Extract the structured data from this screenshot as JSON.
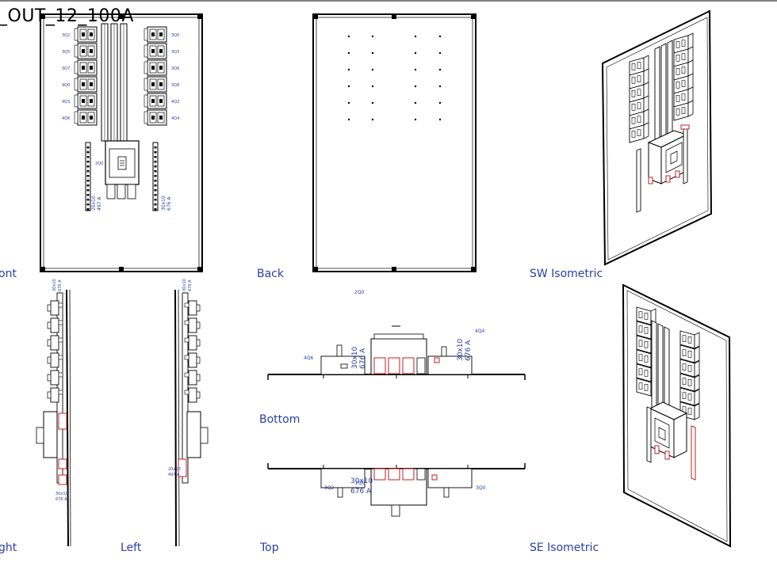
{
  "drawing": {
    "title": "_OUT_12_100A",
    "view_labels": {
      "front": "ont",
      "back": "Back",
      "sw_iso": "SW Isometric",
      "bottom": "Bottom",
      "right": "ght",
      "left": "Left",
      "top": "Top",
      "se_iso": "SE Isometric"
    },
    "front_left_breakers": [
      "3Q2",
      "3Q5",
      "3Q7",
      "4Q0",
      "4Q3",
      "4Q6"
    ],
    "front_right_breakers": [
      "3Q0",
      "3Q3",
      "3Q6",
      "3Q8",
      "4Q2",
      "4Q4"
    ],
    "main_breaker": "2Q0",
    "busbar_left": [
      "20x10",
      "497 A"
    ],
    "busbar_right": [
      "30x10",
      "676 A"
    ],
    "side_busbar": [
      "30x10",
      "676 A"
    ],
    "right_view_bottom_tag": [
      "30x10",
      "676 A"
    ],
    "left_view_tag": [
      "20x10",
      "497 A"
    ],
    "bottom_view": {
      "tag_2q0": "2Q0",
      "tag_4q4": "4Q4",
      "tag_4q6": "4Q6",
      "busbar_a": [
        "30x10",
        "676 A"
      ],
      "busbar_b": [
        "30x10",
        "676 A"
      ]
    },
    "top_view": {
      "tag_3q2": "3Q2",
      "tag_3q0": "3Q0",
      "tag_2q0": "2Q0",
      "busbar": [
        "30x10",
        "676 A"
      ]
    }
  }
}
